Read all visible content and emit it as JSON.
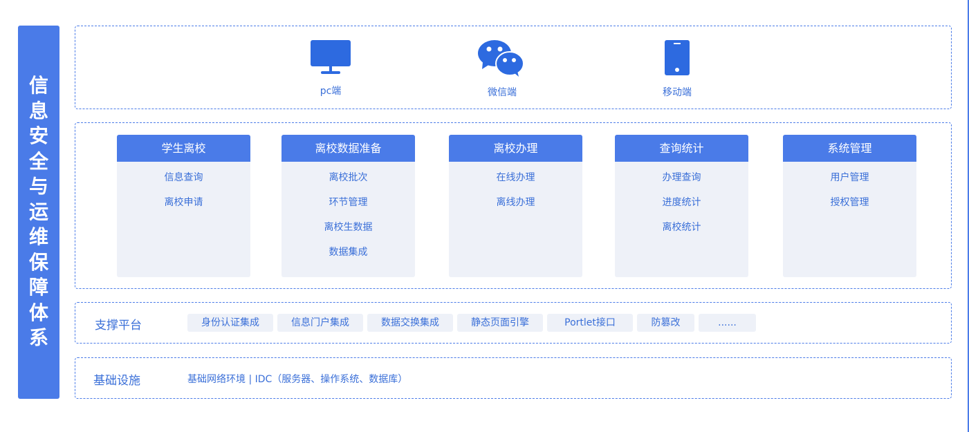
{
  "side_title": "信息安全与运维保障体系",
  "clients": [
    {
      "label": "pc端",
      "icon": "monitor-icon"
    },
    {
      "label": "微信端",
      "icon": "wechat-icon"
    },
    {
      "label": "移动端",
      "icon": "mobile-phone-icon"
    }
  ],
  "modules": [
    {
      "title": "学生离校",
      "items": [
        "信息查询",
        "离校申请"
      ]
    },
    {
      "title": "离校数据准备",
      "items": [
        "离校批次",
        "环节管理",
        "离校生数据",
        "数据集成"
      ]
    },
    {
      "title": "离校办理",
      "items": [
        "在线办理",
        "离线办理"
      ]
    },
    {
      "title": "查询统计",
      "items": [
        "办理查询",
        "进度统计",
        "离校统计"
      ]
    },
    {
      "title": "系统管理",
      "items": [
        "用户管理",
        "授权管理"
      ]
    }
  ],
  "support": {
    "title": "支撑平台",
    "chips": [
      "身份认证集成",
      "信息门户集成",
      "数据交换集成",
      "静态页面引擎",
      "Portlet接口",
      "防篡改",
      "......"
    ]
  },
  "infra": {
    "title": "基础设施",
    "text": "基础网络环境 | IDC（服务器、操作系统、数据库）"
  },
  "colors": {
    "primary": "#2d6ae0",
    "header": "#4a7be8",
    "panel": "#eef1f8"
  }
}
